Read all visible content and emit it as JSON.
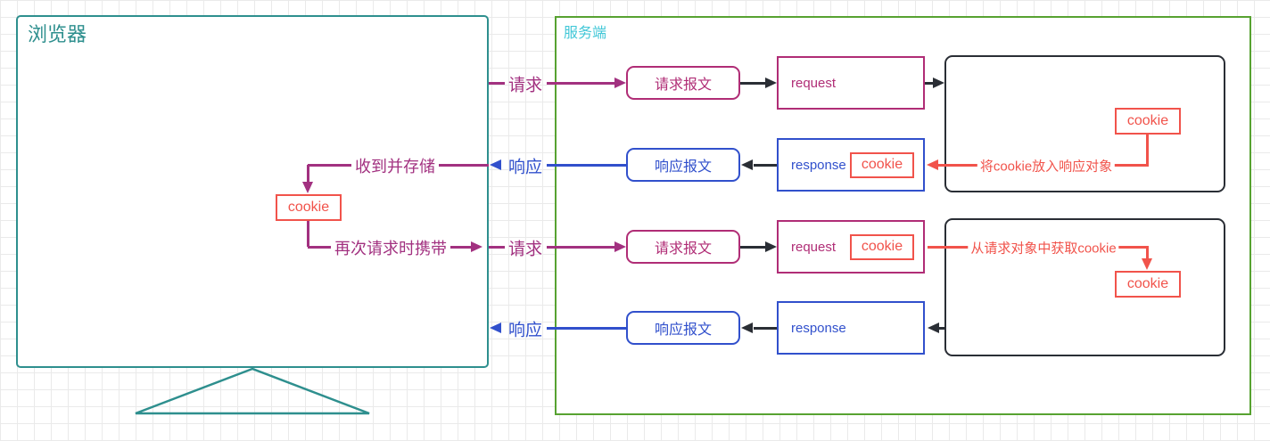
{
  "colors": {
    "teal": "#2E8F8E",
    "green": "#57A231",
    "cyan": "#41C7D7",
    "magenta": "#B02D76",
    "purple": "#A23180",
    "blue": "#3150CC",
    "red": "#F1534B",
    "dark": "#2A2E35",
    "grid": "#EAEAEA"
  },
  "browser": {
    "title": "浏览器",
    "store_label": "收到并存储",
    "cookie": "cookie",
    "resend_label": "再次请求时携带"
  },
  "server": {
    "title": "服务端"
  },
  "lanes": [
    {
      "label": "请求",
      "msg": "请求报文",
      "obj": "request"
    },
    {
      "label": "响应",
      "msg": "响应报文",
      "obj": "response",
      "obj_cookie": "cookie",
      "inner_cookie": "cookie",
      "annotation": "将cookie放入响应对象"
    },
    {
      "label": "请求",
      "msg": "请求报文",
      "obj": "request",
      "obj_cookie": "cookie",
      "inner_cookie": "cookie",
      "annotation": "从请求对象中获取cookie"
    },
    {
      "label": "响应",
      "msg": "响应报文",
      "obj": "response"
    }
  ]
}
